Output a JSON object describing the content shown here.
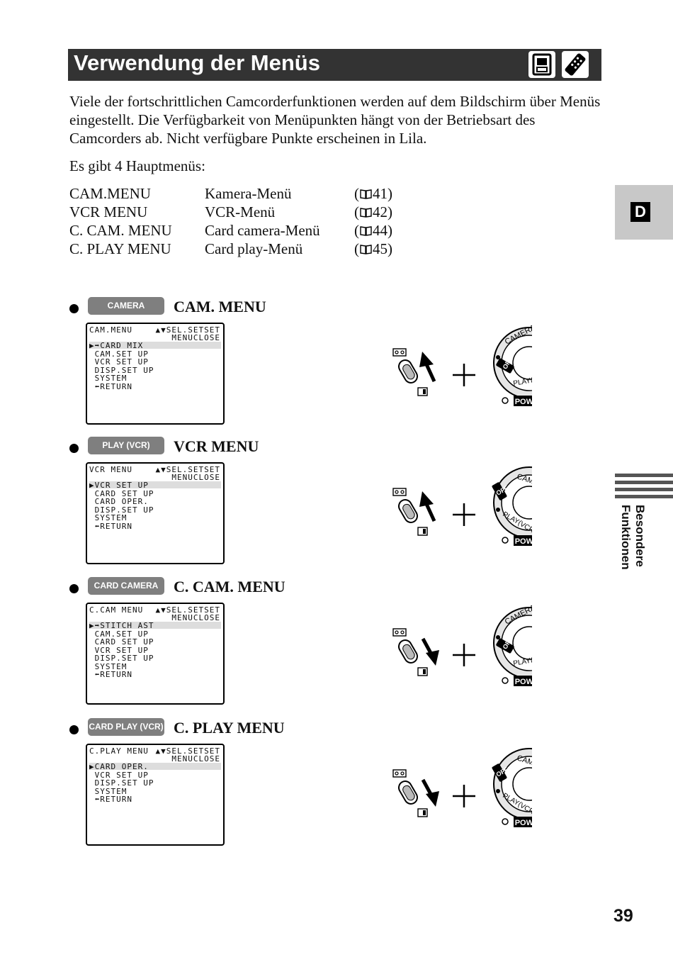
{
  "header": {
    "title": "Verwendung der Menüs",
    "icons": [
      "camcorder-icon",
      "remote-control-icon"
    ]
  },
  "intro": {
    "paragraph": "Viele der fortschrittlichen Camcorderfunktionen werden auf dem Bildschirm über Menüs eingestellt. Die Verfügbarkeit von Menüpunkten hängt von der Betriebsart des Camcorders ab. Nicht verfügbare Punkte erscheinen in Lila.",
    "lead": "Es gibt 4 Hauptmenüs:"
  },
  "menu_list": [
    {
      "name": "CAM.MENU",
      "desc": "Kamera-Menü",
      "page_open": "(",
      "page": "41)"
    },
    {
      "name": "VCR MENU",
      "desc": "VCR-Menü",
      "page_open": "(",
      "page": "42)"
    },
    {
      "name": "C. CAM. MENU",
      "desc": "Card camera-Menü",
      "page_open": "(",
      "page": "44)"
    },
    {
      "name": "C. PLAY MENU",
      "desc": "Card play-Menü",
      "page_open": "(",
      "page": "45)"
    }
  ],
  "side": {
    "tab_letter": "D",
    "section_line1": "Besondere",
    "section_line2": "Funktionen"
  },
  "page_number": "39",
  "sections": [
    {
      "mode": "CAMERA",
      "heading": "CAM. MENU",
      "screen": {
        "title": "CAM.MENU",
        "sel": "▲▼SEL.SETSET",
        "close": "MENUCLOSE",
        "items": [
          "▶➡CARD MIX",
          " CAM.SET UP",
          " VCR SET UP",
          " DISP.SET UP",
          " SYSTEM",
          " ⬅RETURN"
        ]
      },
      "controls": {
        "lever": "up",
        "dial": "CAMERA",
        "curve": "up",
        "off_label": "OFF",
        "camera_label": "CAMERA",
        "play_label": "PLAY(VCR)",
        "power_label": "POWER"
      }
    },
    {
      "mode": "PLAY (VCR)",
      "heading": "VCR MENU",
      "screen": {
        "title": "VCR MENU",
        "sel": "▲▼SEL.SETSET",
        "close": "MENUCLOSE",
        "items": [
          "▶VCR SET UP",
          " CARD SET UP",
          " CARD OPER.",
          " DISP.SET UP",
          " SYSTEM",
          " ⬅RETURN"
        ]
      },
      "controls": {
        "lever": "up",
        "dial": "PLAY",
        "curve": "down",
        "off_label": "OFF",
        "camera_label": "CAMERA",
        "play_label": "PLAY(VCR)",
        "power_label": "POWER"
      }
    },
    {
      "mode": "CARD CAMERA",
      "heading": "C. CAM. MENU",
      "screen": {
        "title": "C.CAM MENU",
        "sel": "▲▼SEL.SETSET",
        "close": "MENUCLOSE",
        "items": [
          "▶➡STITCH AST",
          " CAM.SET UP",
          " CARD SET UP",
          " VCR SET UP",
          " DISP.SET UP",
          " SYSTEM",
          " ⬅RETURN"
        ]
      },
      "controls": {
        "lever": "down",
        "dial": "CAMERA",
        "curve": "up",
        "off_label": "OFF",
        "camera_label": "CAMERA",
        "play_label": "PLAY(VCR)",
        "power_label": "POWER"
      }
    },
    {
      "mode": "CARD PLAY (VCR)",
      "heading": "C. PLAY MENU",
      "screen": {
        "title": "C.PLAY MENU",
        "sel": "▲▼SEL.SETSET",
        "close": "MENUCLOSE",
        "items": [
          "▶CARD OPER.",
          " VCR SET UP",
          " DISP.SET UP",
          " SYSTEM",
          " ⬅RETURN"
        ]
      },
      "controls": {
        "lever": "down",
        "dial": "PLAY",
        "curve": "down",
        "off_label": "OFF",
        "camera_label": "CAMERA",
        "play_label": "PLAY(VCR)",
        "power_label": "POWER"
      }
    }
  ]
}
